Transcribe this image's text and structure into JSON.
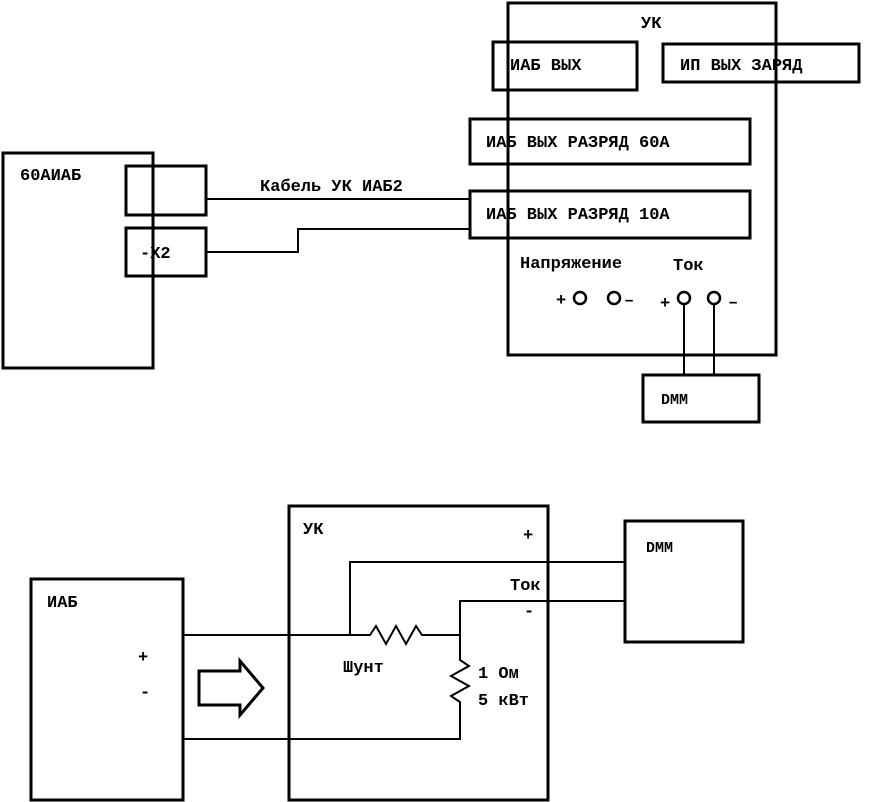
{
  "top": {
    "uk_title": "УК",
    "iab_out": "ИАБ ВЫХ",
    "ip_out_charge": "ИП ВЫХ ЗАРЯД",
    "iab_out_60a": "ИАБ ВЫХ РАЗРЯД 60А",
    "iab_out_10a": "ИАБ ВЫХ РАЗРЯД 10А",
    "voltage_label": "Напряжение",
    "current_label": "Ток",
    "plus_v": "+",
    "minus_v": "–",
    "plus_i": "+",
    "minus_i": "–",
    "battery_title": "60АИАБ",
    "connector_x2": "-X2",
    "cable_label": "Кабель УК ИАБ2",
    "dmm": "DMM"
  },
  "bottom": {
    "uk_title": "УК",
    "iab_title": "ИАБ",
    "plus": "+",
    "minus": "-",
    "plus_right": "+",
    "minus_right": "-",
    "current_label": "Ток",
    "shunt": "Шунт",
    "load_value": "1 Ом",
    "load_power": "5 кВт",
    "dmm": "DMM"
  }
}
